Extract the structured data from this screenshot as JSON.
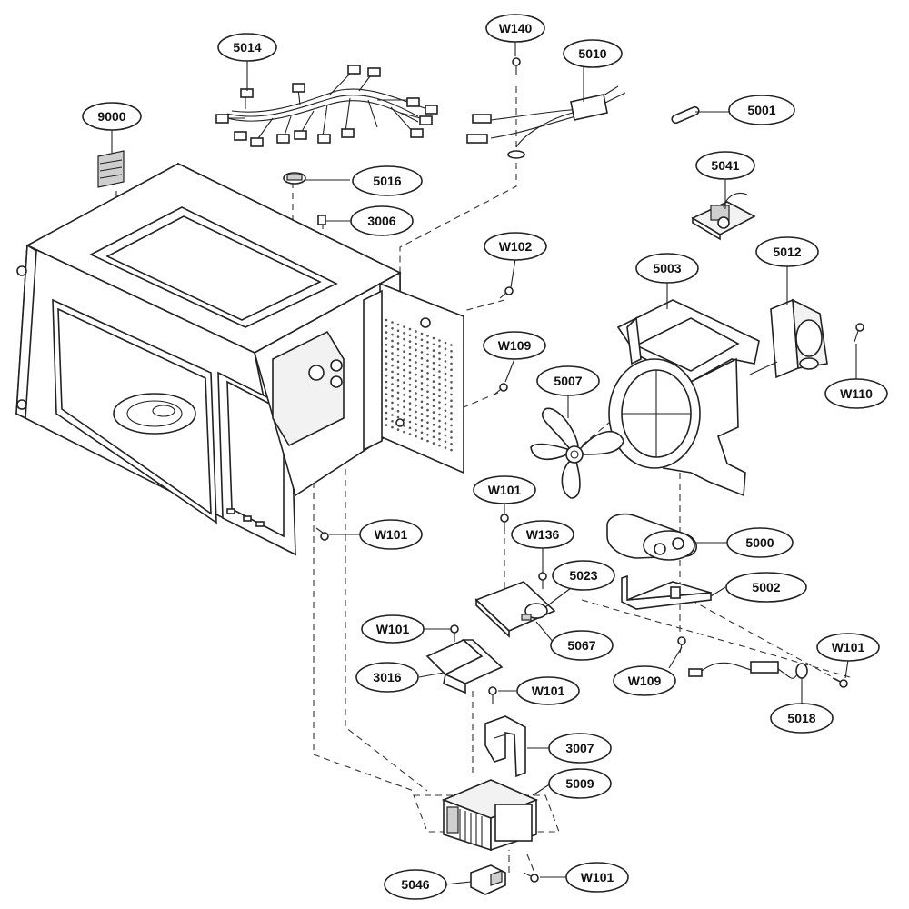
{
  "callouts": {
    "c5014": "5014",
    "c9000": "9000",
    "cW140": "W140",
    "c5010": "5010",
    "c5001": "5001",
    "c5016": "5016",
    "c3006": "3006",
    "c5041": "5041",
    "cW102": "W102",
    "c5003": "5003",
    "c5012": "5012",
    "cW109a": "W109",
    "c5007": "5007",
    "cW110": "W110",
    "cW101a": "W101",
    "cW101b": "W101",
    "cW136": "W136",
    "c5023": "5023",
    "c5000": "5000",
    "c5002": "5002",
    "cW101c": "W101",
    "c5067": "5067",
    "cW101d": "W101",
    "c3016": "3016",
    "cW109b": "W109",
    "cW101e": "W101",
    "c5018": "5018",
    "c3007": "3007",
    "c5009": "5009",
    "c5046": "5046",
    "cW101f": "W101"
  }
}
